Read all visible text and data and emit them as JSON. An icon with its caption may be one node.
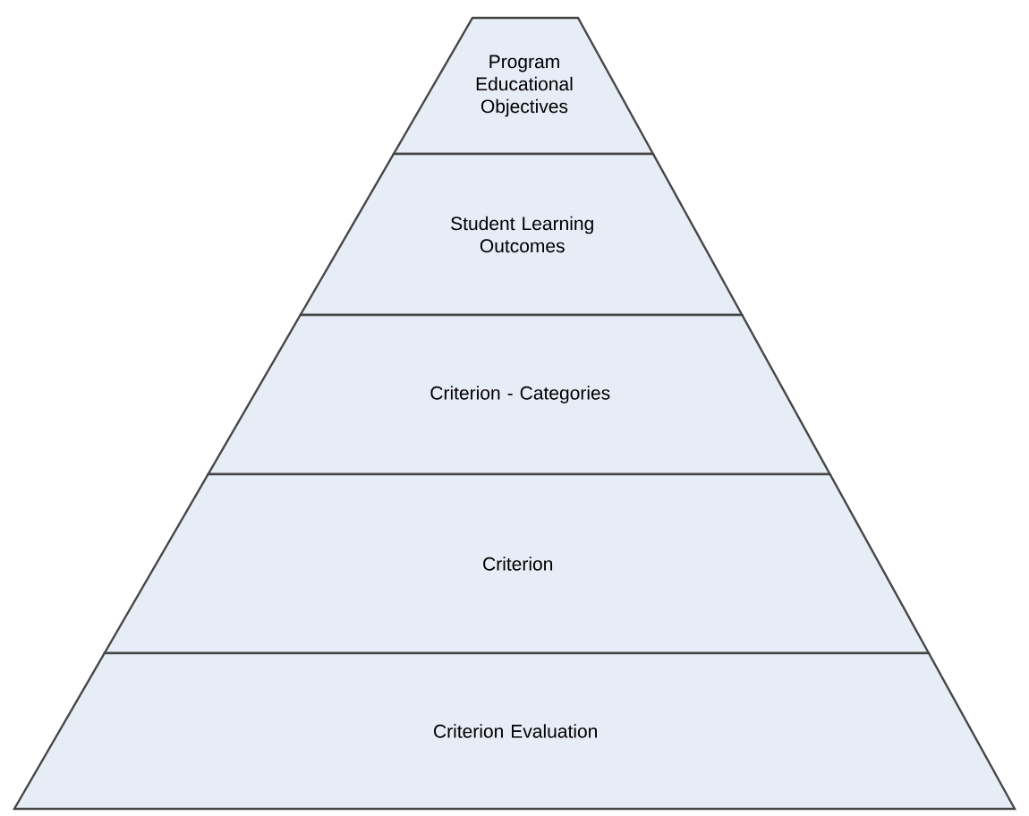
{
  "diagram": {
    "nodes": [
      {
        "text": [
          "Program Educational Objectives"
        ]
      },
      {
        "text": [
          "Student Learning Outcomes"
        ]
      },
      {
        "text": [
          "Criterion - Categories"
        ]
      },
      {
        "text": [
          "Criterion"
        ]
      },
      {
        "text": [
          "Criterion Evaluation"
        ]
      }
    ]
  }
}
